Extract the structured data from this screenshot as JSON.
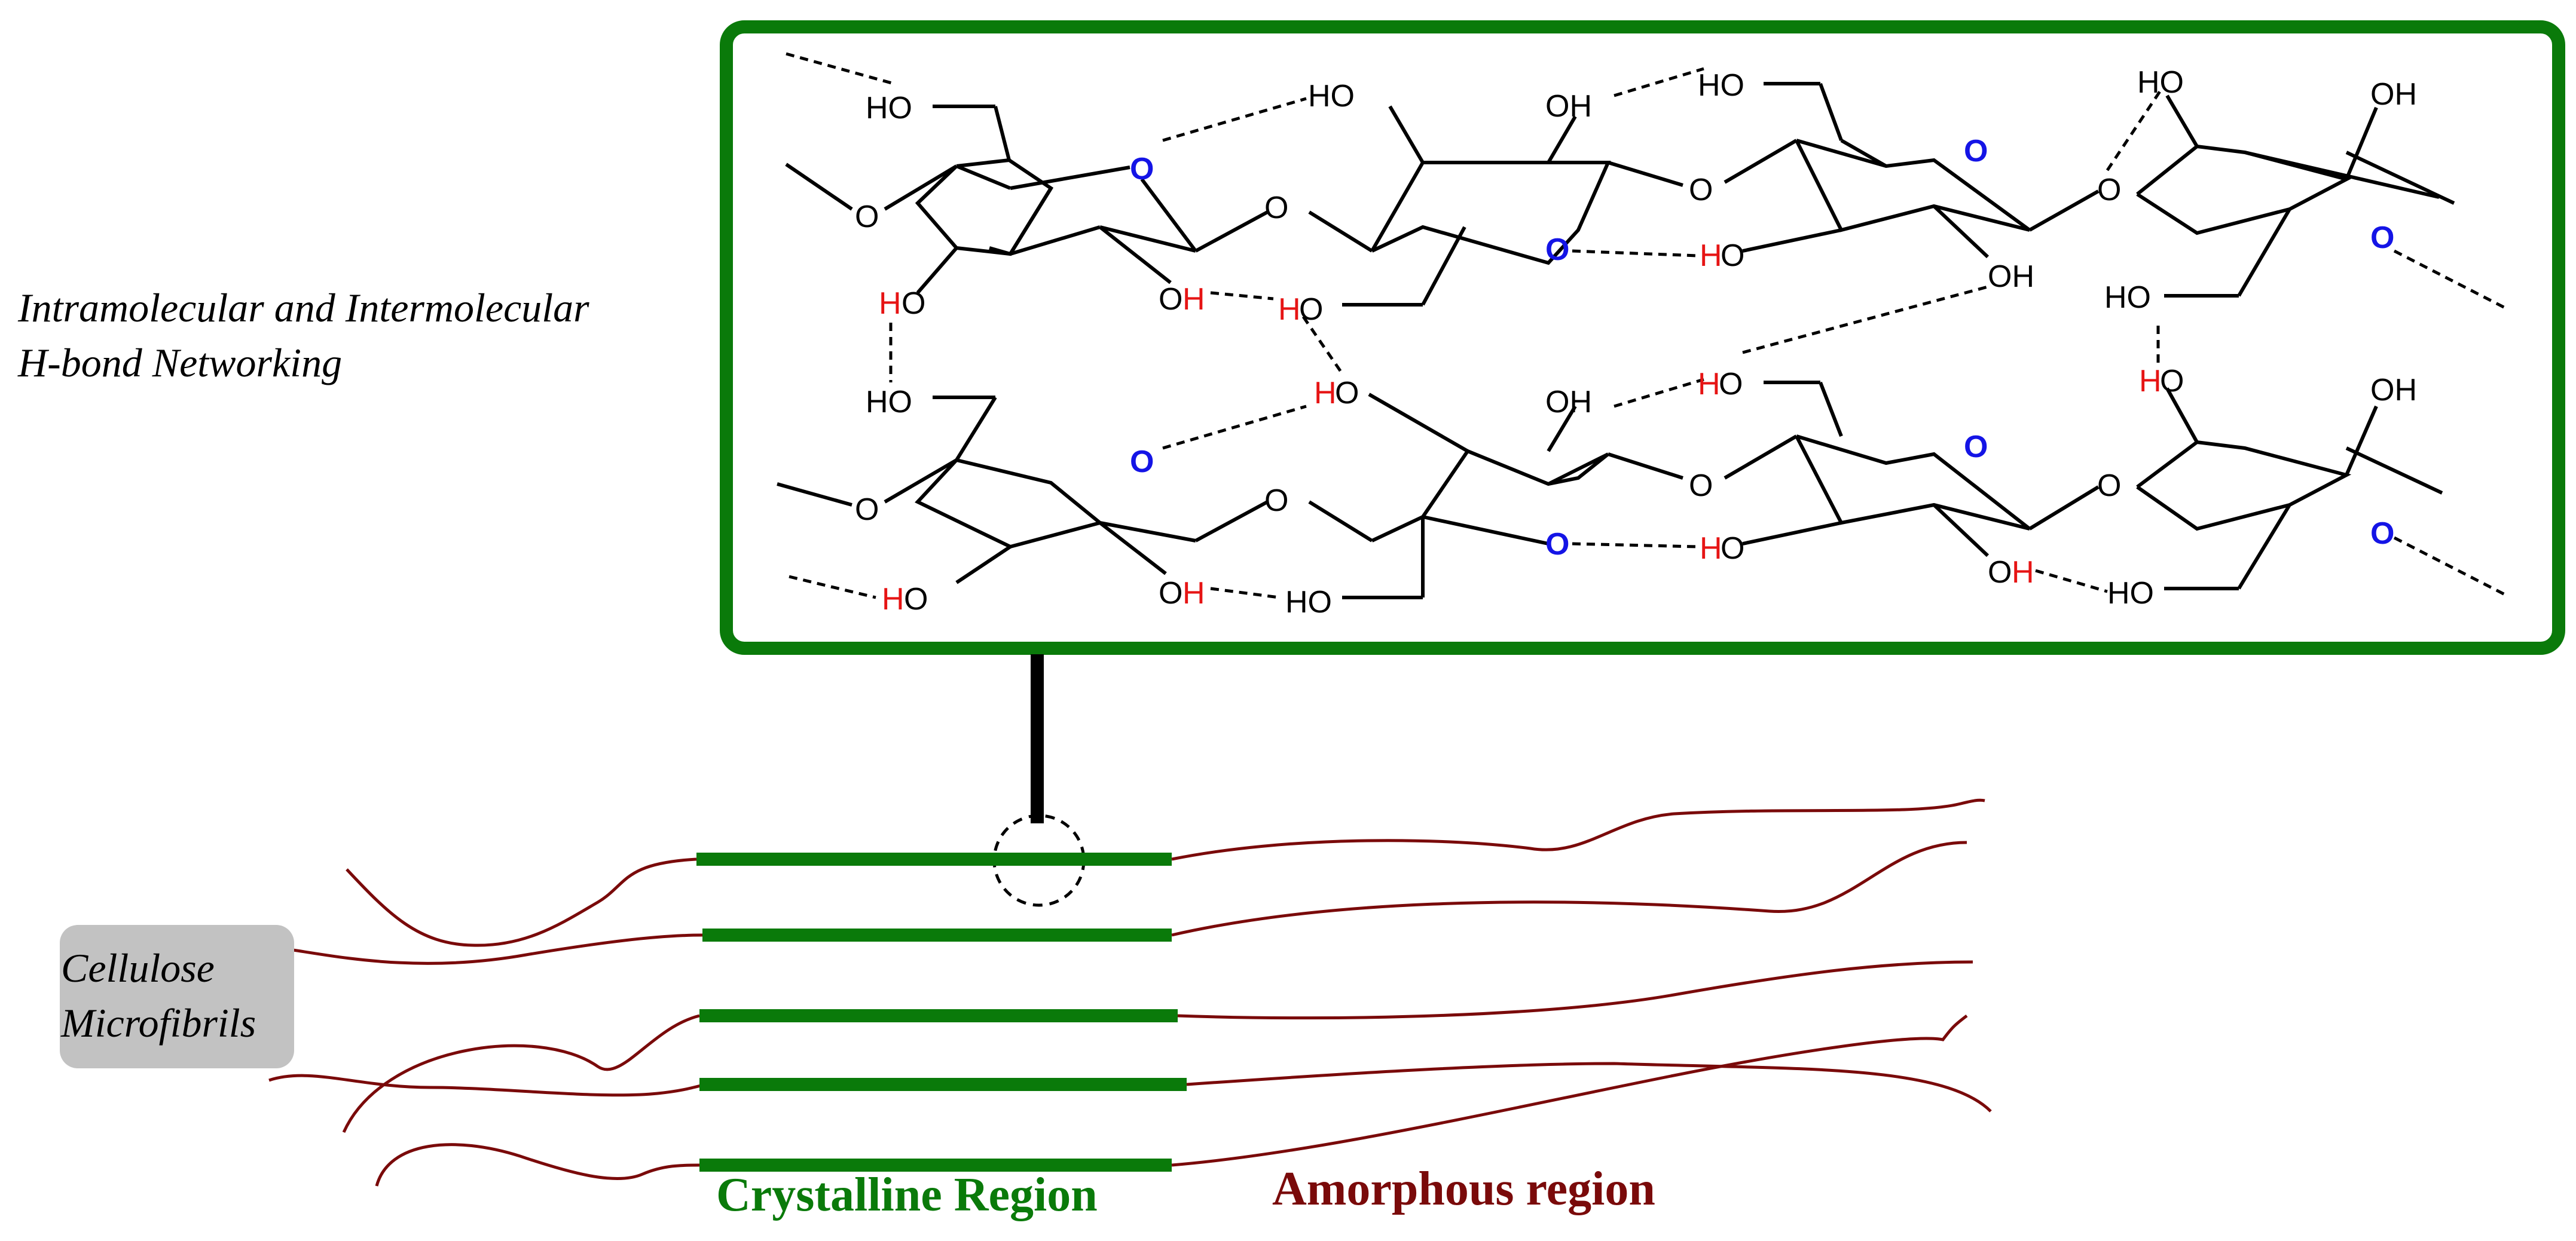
{
  "labels": {
    "hbond_line1": "Intramolecular and Intermolecular",
    "hbond_line2": "H-bond Networking",
    "micro_line1": "Cellulose",
    "micro_line2": "Microfibrils",
    "crystalline": "Crystalline Region",
    "amorphous": "Amorphous region"
  },
  "atoms": {
    "ho": "HO",
    "oh": "OH",
    "o": "O",
    "h": "H"
  },
  "colors": {
    "frame_green": "#0a7a0a",
    "crystalline_green": "#0a7a0a",
    "amorphous_red": "#7a0a0a",
    "ring_oxygen_blue": "#1414e6",
    "hbond_hydrogen_red": "#e61414",
    "label_box_gray": "#c2c2c2"
  }
}
